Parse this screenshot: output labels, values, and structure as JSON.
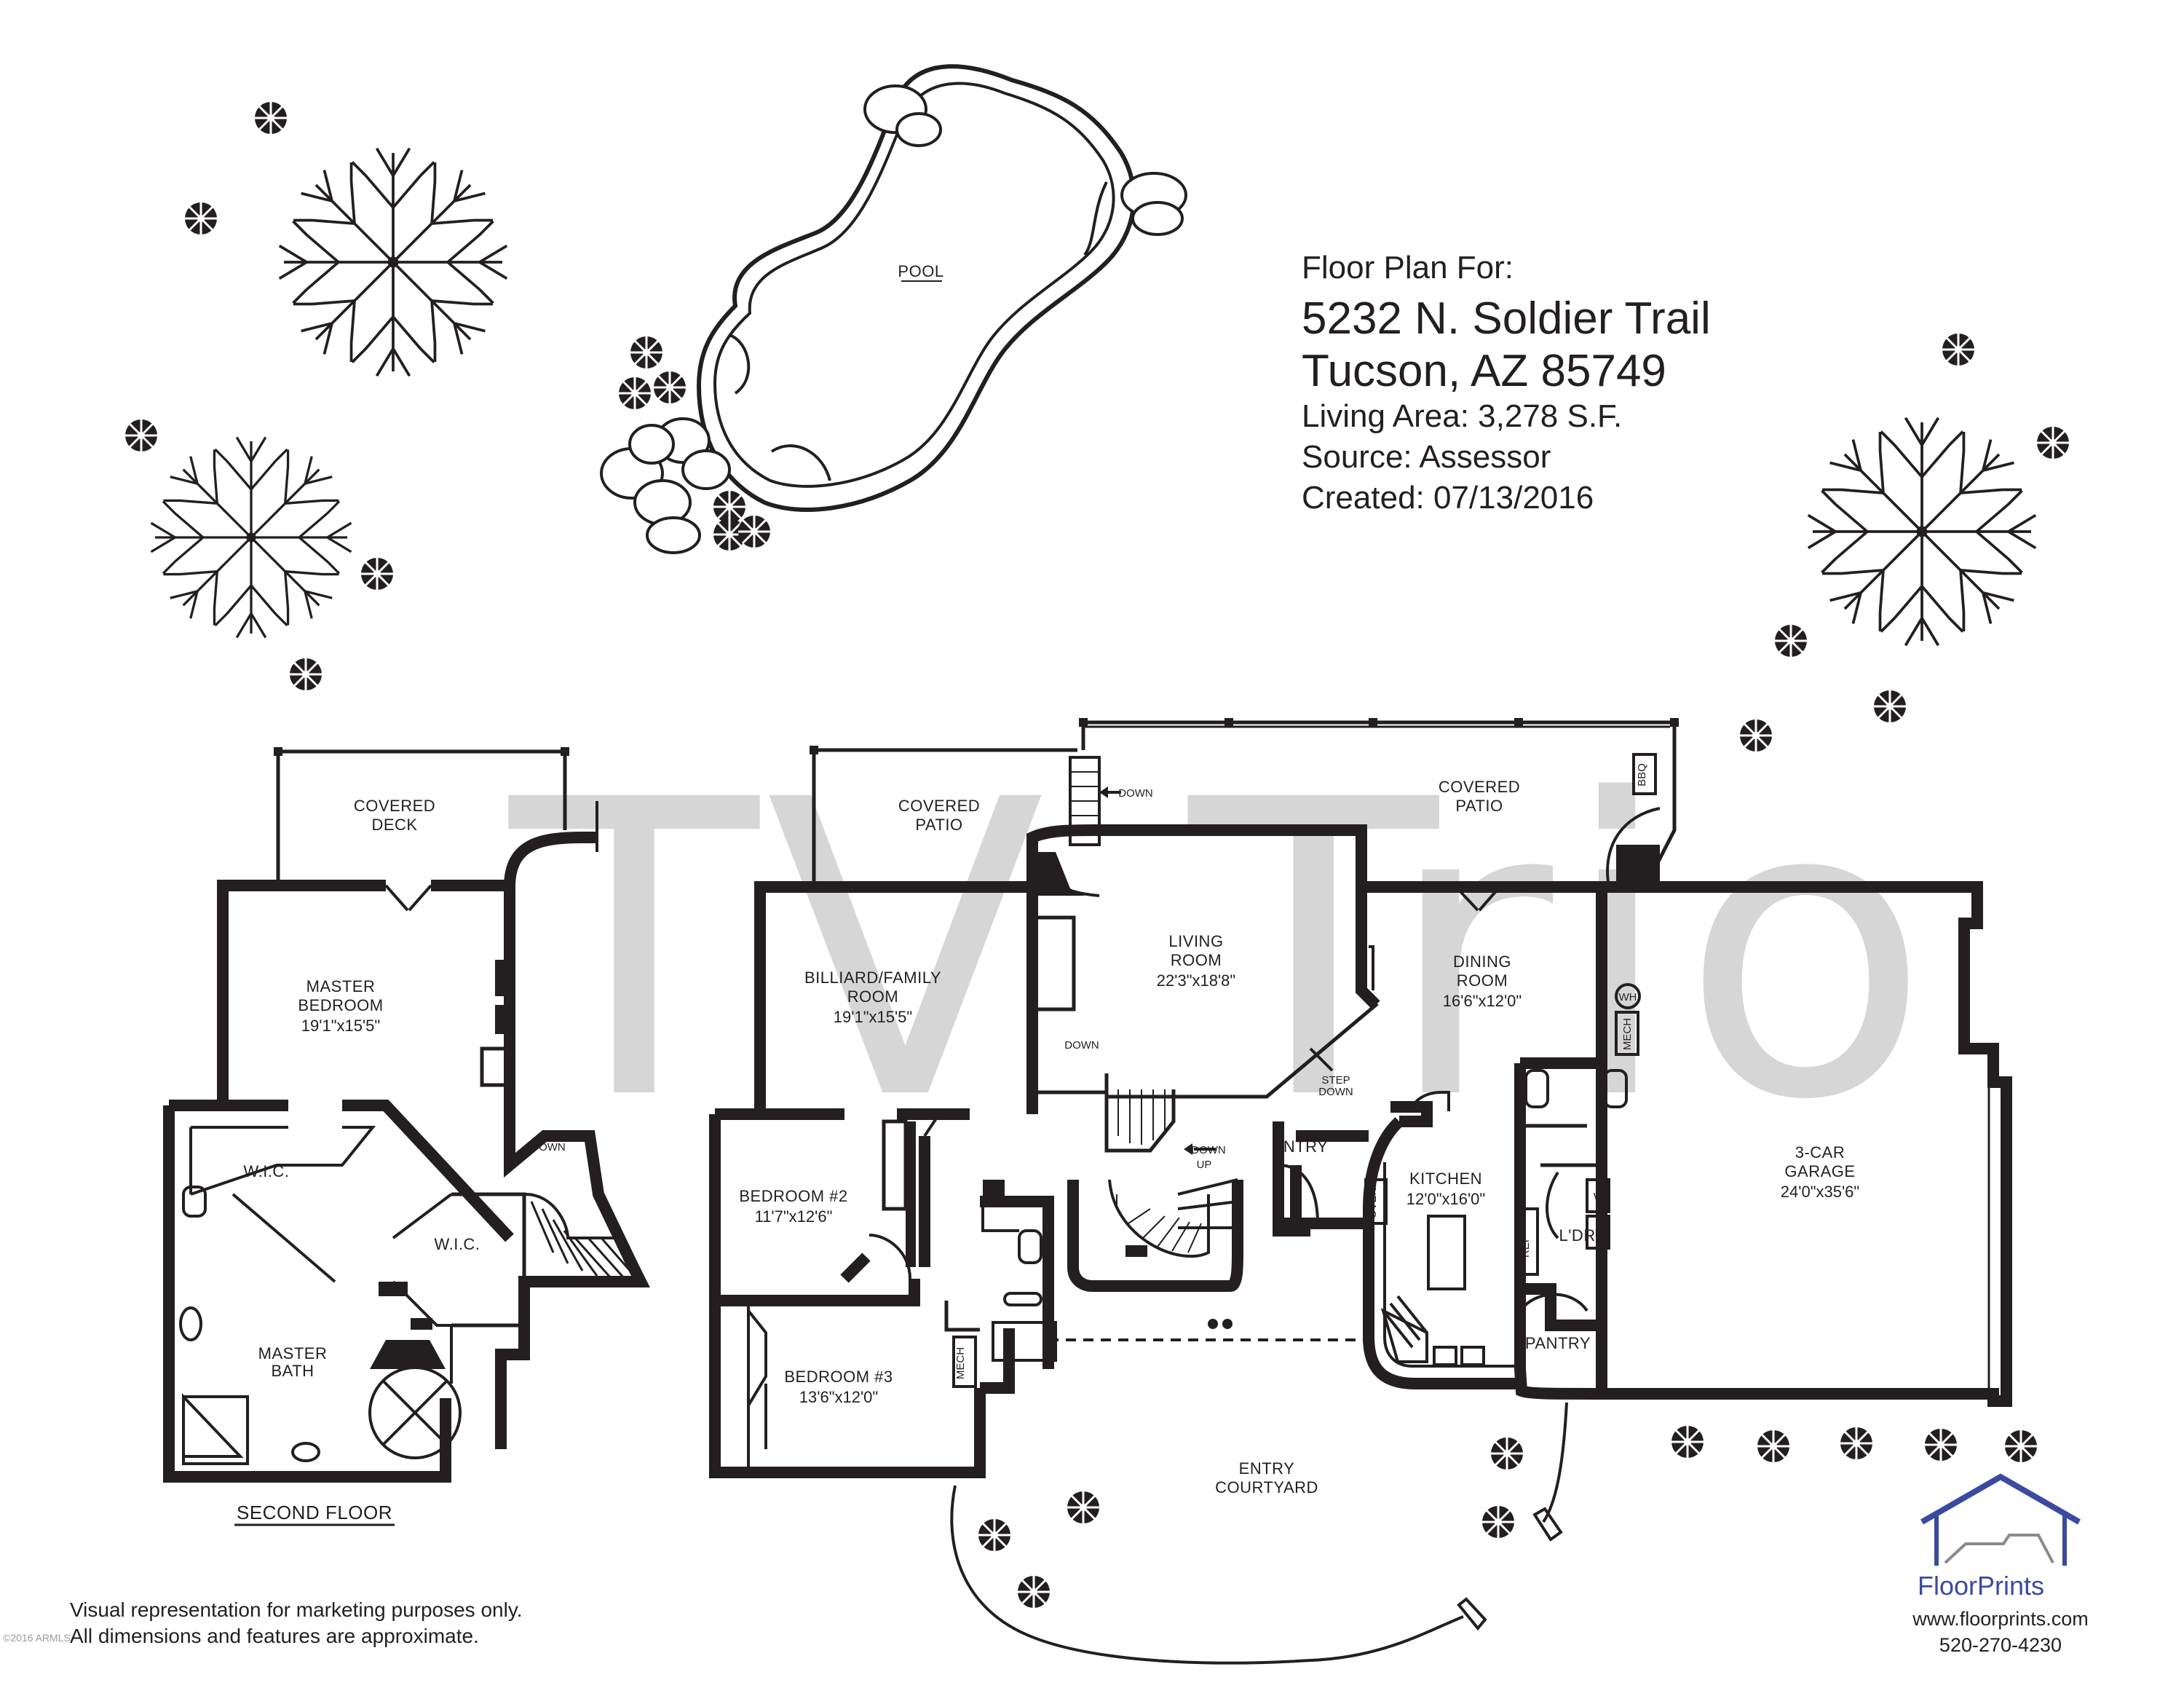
{
  "header": {
    "line1": "Floor Plan For:",
    "address1": "5232 N. Soldier Trail",
    "address2": "Tucson, AZ  85749",
    "living_area": "Living Area:  3,278 S.F.",
    "source": "Source: Assessor",
    "created": "Created: 07/13/2016"
  },
  "watermark": "TV Trio",
  "copyright": "©2016 ARMLS",
  "disclaimer": {
    "line1": "Visual representation for marketing purposes only.",
    "line2": "All dimensions and features are approximate."
  },
  "brand": {
    "name": "FloorPrints",
    "url": "www.floorprints.com",
    "phone": "520-270-4230",
    "accent_color": "#3b4aa0",
    "logo_color": "#8a8a8a"
  },
  "pool_label": "POOL",
  "second_floor": {
    "title": "SECOND FLOOR",
    "covered_deck": [
      "COVERED",
      "DECK"
    ],
    "master_bedroom": {
      "name": "MASTER",
      "name2": "BEDROOM",
      "dim": "19'1\"x15'5\""
    },
    "wic_left": "W.I.C.",
    "wic_right": "W.I.C.",
    "master_bath": [
      "MASTER",
      "BATH"
    ],
    "down": "DOWN"
  },
  "first_floor": {
    "covered_patio_left": [
      "COVERED",
      "PATIO"
    ],
    "covered_patio_right": [
      "COVERED",
      "PATIO"
    ],
    "billiard": {
      "name": "BILLIARD/FAMILY",
      "name2": "ROOM",
      "dim": "19'1\"x15'5\""
    },
    "living": {
      "name": "LIVING",
      "name2": "ROOM",
      "dim": "22'3\"x18'8\""
    },
    "dining": {
      "name": "DINING",
      "name2": "ROOM",
      "dim": "16'6\"x12'0\""
    },
    "garage": {
      "name": "3-CAR",
      "name2": "GARAGE",
      "dim": "24'0\"x35'6\""
    },
    "bedroom2": {
      "name": "BEDROOM #2",
      "dim": "11'7\"x12'6\""
    },
    "bedroom3": {
      "name": "BEDROOM #3",
      "dim": "13'6\"x12'0\""
    },
    "kitchen": {
      "name": "KITCHEN",
      "dim": "12'0\"x16'0\""
    },
    "entry": "ENTRY",
    "entry_courtyard": [
      "ENTRY",
      "COURTYARD"
    ],
    "ldry": "L'DRY",
    "pantry": "PANTRY",
    "oven": "OVEN",
    "ref": "REF",
    "mech1": "MECH",
    "mech2": "MECH",
    "wh": "WH",
    "w": "W",
    "d": "D",
    "bbq": "BBQ",
    "down1": "DOWN",
    "down2": "DOWN",
    "down3": "DOWN",
    "up": "UP",
    "step_down1": "STEP",
    "step_down2": "DOWN"
  }
}
